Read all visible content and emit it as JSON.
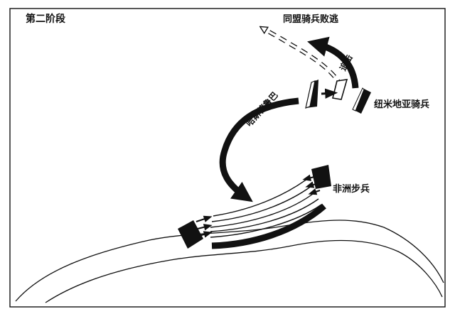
{
  "map": {
    "stage_title": "第二阶段",
    "labels": {
      "allied_cavalry_flees": "同盟骑兵败逃",
      "pursuit": "追击",
      "numidian_cavalry": "纽米地亚骑兵",
      "hasdrubal": "哈斯德鲁巴",
      "african_infantry": "非洲步兵"
    },
    "colors": {
      "ink": "#111111",
      "paper": "#ffffff"
    }
  }
}
